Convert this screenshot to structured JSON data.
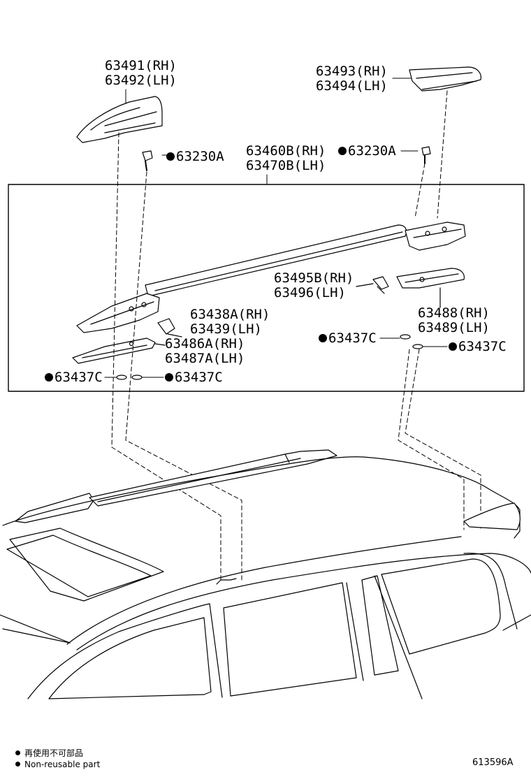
{
  "callouts": {
    "c1": {
      "line1": "63491(RH)",
      "line2": "63492(LH)"
    },
    "c2": {
      "line1": "63493(RH)",
      "line2": "63494(LH)"
    },
    "c3": {
      "line1": "63460B(RH)",
      "line2": "63470B(LH)"
    },
    "bolt_left": "63230A",
    "bolt_right": "63230A",
    "c4": {
      "line1": "63495B(RH)",
      "line2": "63496(LH)"
    },
    "c5": {
      "line1": "63438A(RH)",
      "line2": "63439(LH)"
    },
    "c6": {
      "line1": "63488(RH)",
      "line2": "63489(LH)"
    },
    "c7": {
      "line1": "63486A(RH)",
      "line2": "63487A(LH)"
    },
    "washer_mid_right": "63437C",
    "washer_far_right": "63437C",
    "washer_left_1": "63437C",
    "washer_left_2": "63437C"
  },
  "legend": {
    "line1": "再使用不可部品",
    "line2": "Non-reusable part"
  },
  "figure_code": "613596A"
}
